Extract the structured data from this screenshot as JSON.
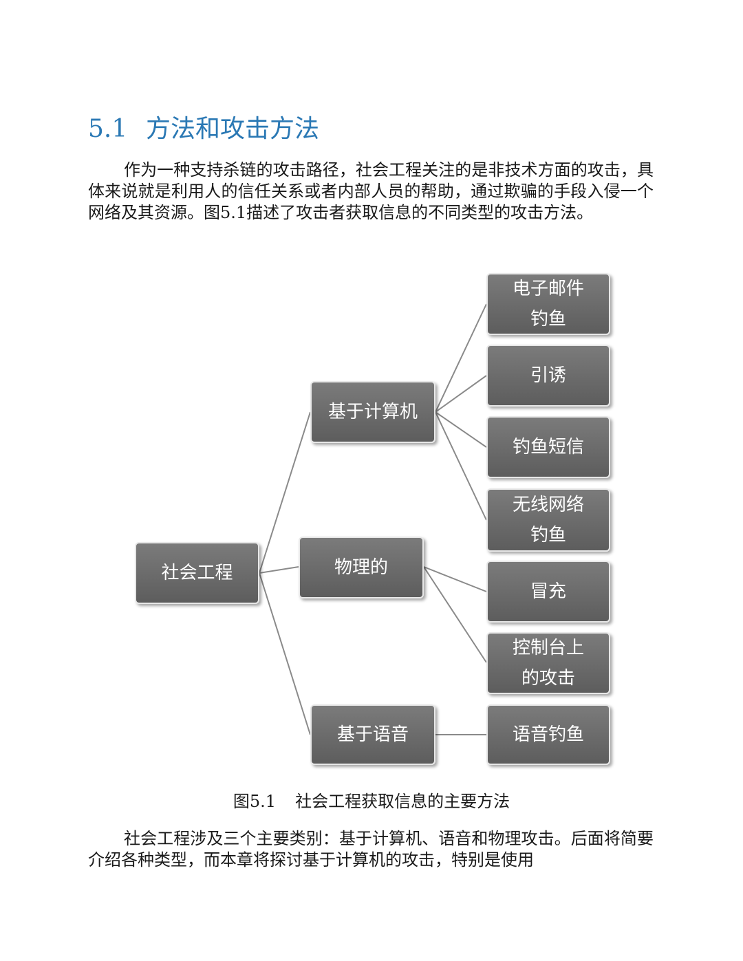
{
  "heading": {
    "number": "5.1",
    "title": "方法和攻击方法"
  },
  "paragraphs": [
    "作为一种支持杀链的攻击路径，社会工程关注的是非技术方面的攻击，具体来说就是利用人的信任关系或者内部人员的帮助，通过欺骗的手段入侵一个网络及其资源。图5.1描述了攻击者获取信息的不同类型的攻击方法。",
    "社会工程涉及三个主要类别：基于计算机、语音和物理攻击。后面将简要介绍各种类型，而本章将探讨基于计算机的攻击，特别是使用"
  ],
  "diagram": {
    "root": "社会工程",
    "categories": {
      "computer": "基于计算机",
      "physical": "物理的",
      "voice": "基于语音"
    },
    "leaves": {
      "email_phishing": "电子邮件\n钓鱼",
      "baiting": "引诱",
      "smishing": "钓鱼短信",
      "wireless_phishing": "无线网络\n钓鱼",
      "impersonation": "冒充",
      "console_attack": "控制台上\n的攻击",
      "vishing": "语音钓鱼"
    }
  },
  "caption": {
    "number": "图5.1",
    "text": "社会工程获取信息的主要方法"
  }
}
